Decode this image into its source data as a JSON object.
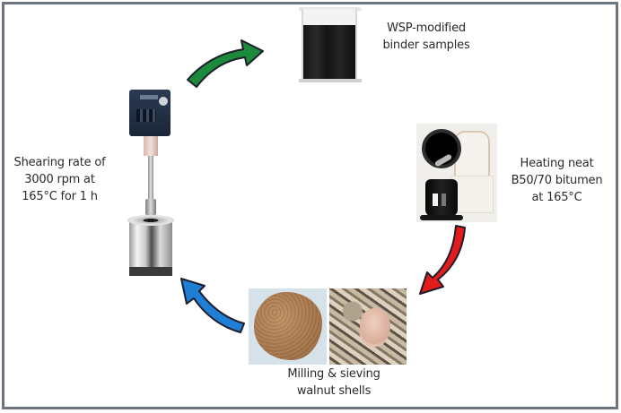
{
  "diagram": {
    "title": "WSP-modified binder preparation process",
    "steps": [
      {
        "id": "heating",
        "label_lines": [
          "Heating neat",
          "B50/70 bitumen",
          "at 165°C"
        ],
        "image": "bitumen-pouring-can"
      },
      {
        "id": "milling",
        "label_lines": [
          "Milling & sieving",
          "walnut shells"
        ],
        "images": [
          "walnut-shell-powder",
          "walnut-shells"
        ]
      },
      {
        "id": "shearing",
        "label_lines": [
          "Shearing rate of",
          "3000 rpm at",
          "165°C for 1 h"
        ],
        "image": "high-shear-mixer"
      },
      {
        "id": "samples",
        "label_lines": [
          "WSP-modified",
          "binder samples"
        ],
        "image": "beaker-of-binder"
      }
    ],
    "arrows": [
      {
        "from": "heating",
        "to": "milling",
        "color": "#e41b1b"
      },
      {
        "from": "milling",
        "to": "shearing",
        "color": "#1f7fd6"
      },
      {
        "from": "shearing",
        "to": "samples",
        "color": "#1b8a3a"
      }
    ],
    "arrow_outline": "#1d1d2b",
    "frame_color": "#6e7380"
  }
}
